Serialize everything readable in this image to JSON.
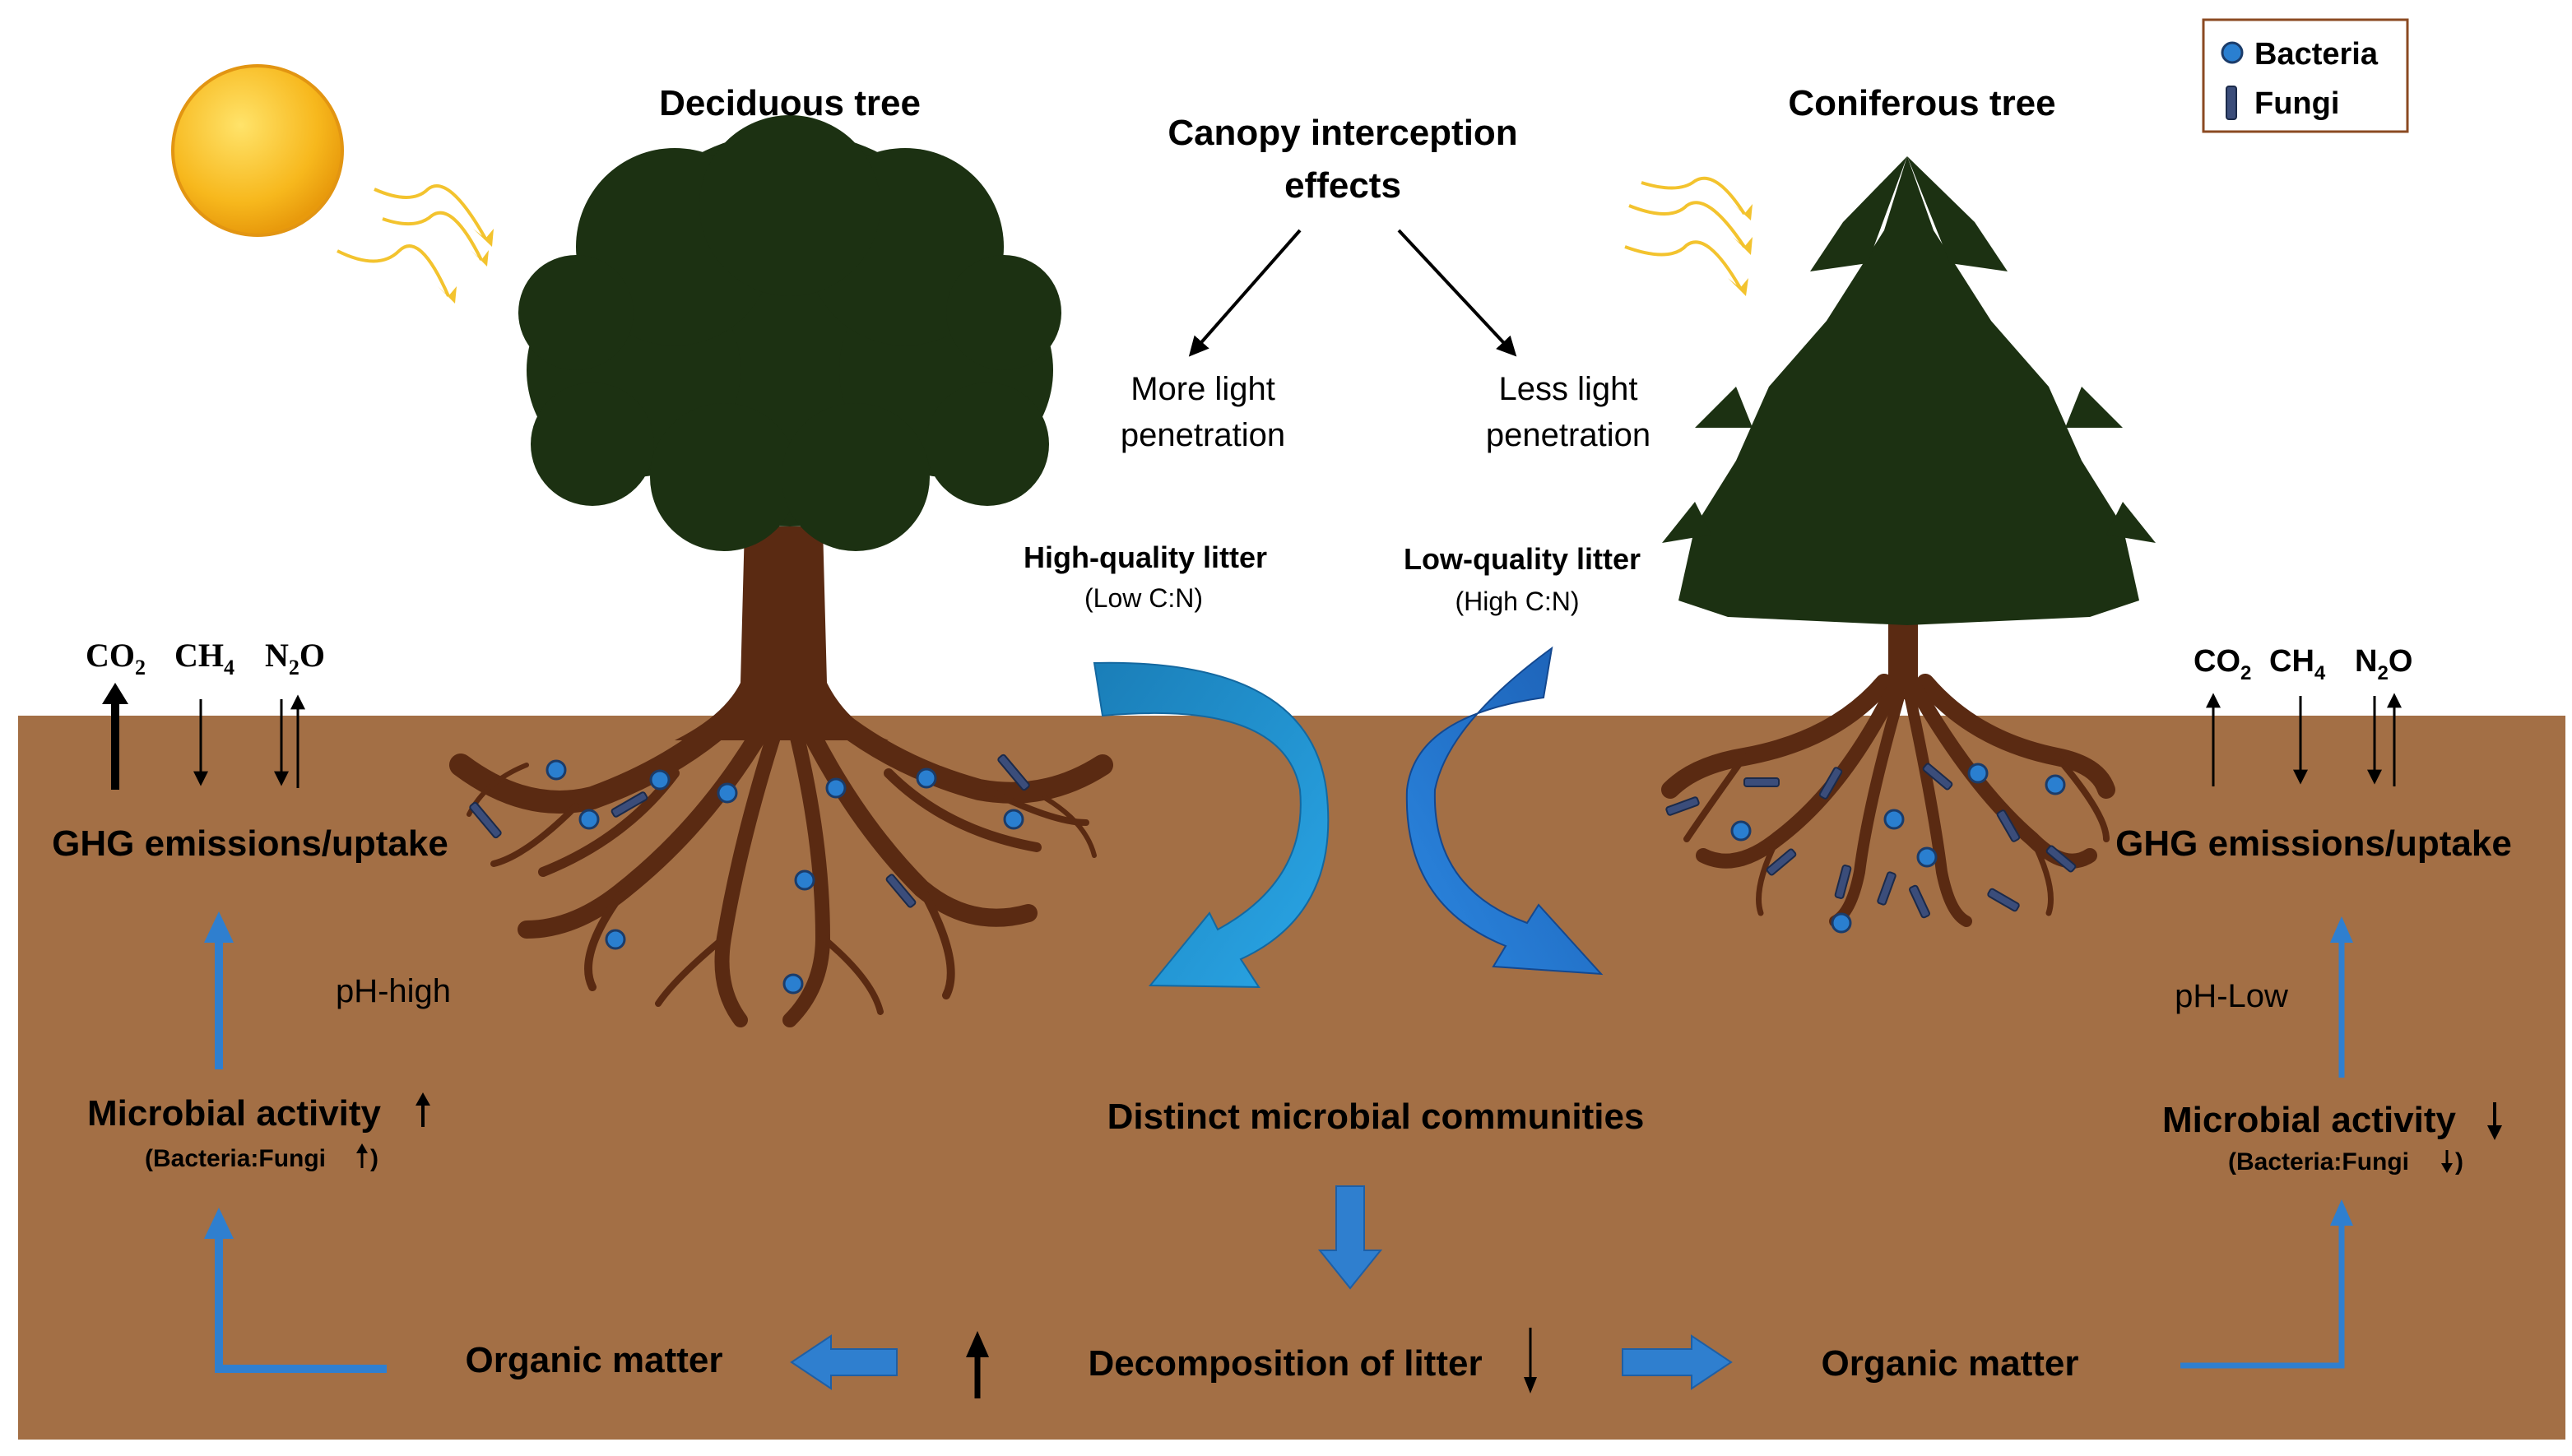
{
  "legend": {
    "bacteria": "Bacteria",
    "fungi": "Fungi"
  },
  "trees": {
    "deciduous": "Deciduous tree",
    "coniferous": "Coniferous tree"
  },
  "canopy": {
    "line1": "Canopy interception",
    "line2": "effects",
    "more_light_1": "More light",
    "more_light_2": "penetration",
    "less_light_1": "Less light",
    "less_light_2": "penetration"
  },
  "litter": {
    "high": "High-quality litter",
    "high_sub": "(Low C:N)",
    "low": "Low-quality litter",
    "low_sub": "(High C:N)"
  },
  "gases": {
    "co2": "CO",
    "ch4": "CH",
    "n2o_n": "N",
    "n2o_o": "O",
    "sub2": "2",
    "sub4": "4"
  },
  "left": {
    "ghg": "GHG emissions/uptake",
    "ph": "pH-high",
    "microbial": "Microbial activity",
    "ratio": "(Bacteria:Fungi",
    "ratio_close": ")",
    "organic": "Organic matter"
  },
  "right": {
    "ghg": "GHG emissions/uptake",
    "ph": "pH-Low",
    "microbial": "Microbial activity",
    "ratio": "(Bacteria:Fungi",
    "ratio_close": ")",
    "organic": "Organic matter"
  },
  "center": {
    "communities": "Distinct microbial communities",
    "decomposition": "Decomposition of litter"
  },
  "colors": {
    "soil": "#a36f45",
    "trunk": "#5a2a12",
    "foliage": "#1c3112",
    "arrow_blue": "#2f7fcf",
    "bacteria": "#2a7fd0",
    "fungi": "#3b4d7a",
    "sun": "#f5b21a"
  }
}
